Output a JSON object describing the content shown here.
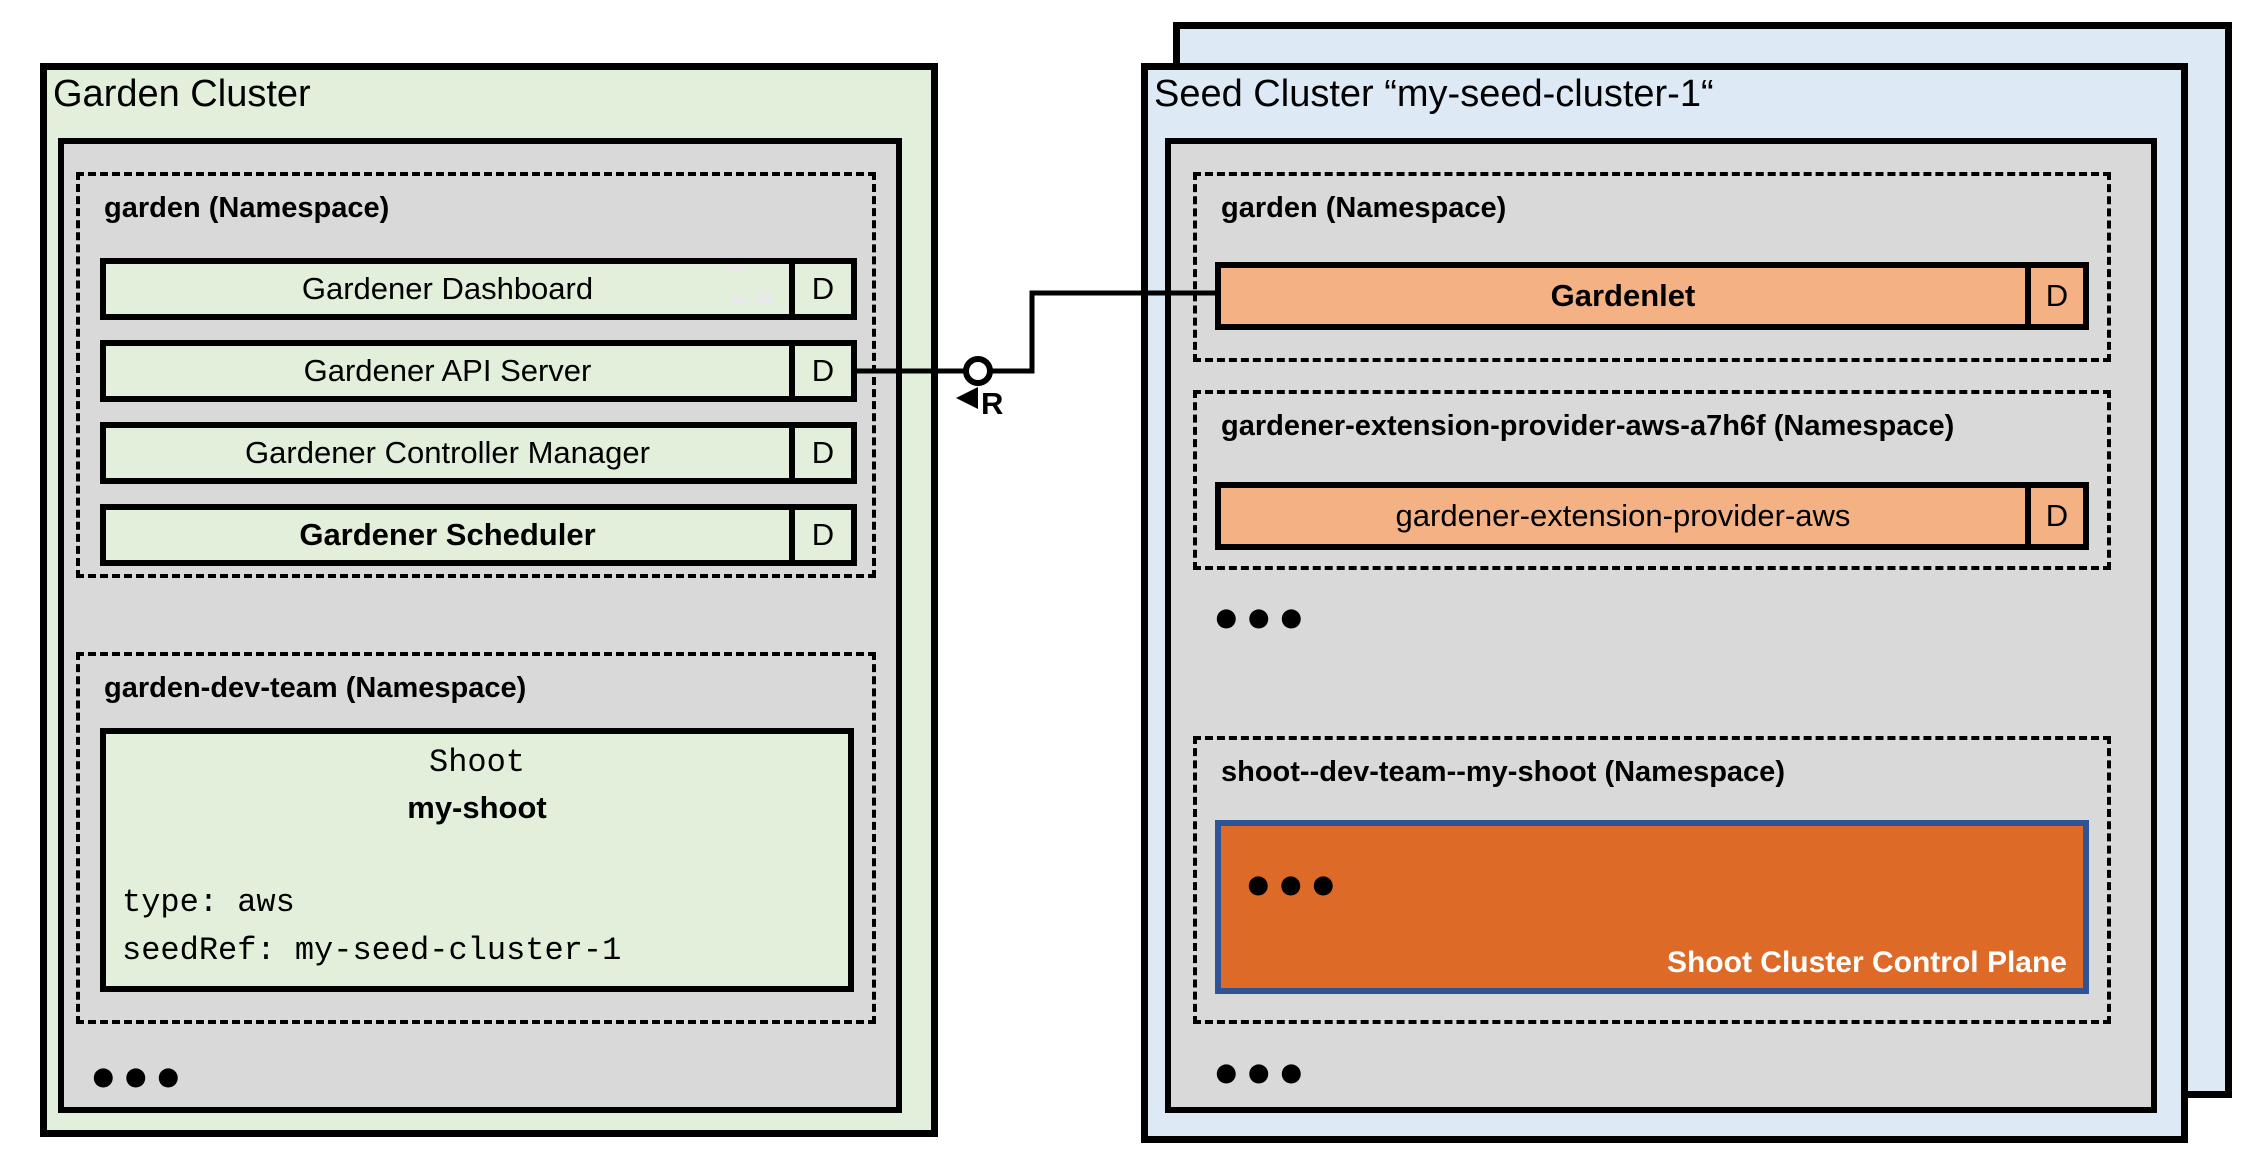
{
  "colors": {
    "garden_cluster_fill": "#e2efda",
    "seed_cluster_fill": "#dde9f5",
    "namespace_panel_fill": "#d9d9d9",
    "component_green_fill": "#e2efda",
    "component_orange_fill": "#f4b183",
    "control_plane_fill": "#dd6b27",
    "control_plane_border": "#2f5496",
    "line_color": "#000000"
  },
  "garden_cluster": {
    "title": "Garden Cluster",
    "garden_namespace": {
      "label": "garden (Namespace)",
      "rows": [
        {
          "label": "Gardener Dashboard",
          "badge": "D"
        },
        {
          "label": "Gardener API Server",
          "badge": "D"
        },
        {
          "label": "Gardener Controller Manager",
          "badge": "D"
        },
        {
          "label": "Gardener Scheduler",
          "badge": "D"
        }
      ]
    },
    "dev_team_namespace": {
      "label": "garden-dev-team (Namespace)",
      "shoot_resource": {
        "kind": "Shoot",
        "name": "my-shoot",
        "spec": [
          "type: aws",
          "seedRef: my-seed-cluster-1"
        ]
      }
    },
    "more_indicator": "•••"
  },
  "seed_cluster": {
    "title": "Seed Cluster “my-seed-cluster-1“",
    "garden_namespace": {
      "label": "garden (Namespace)",
      "gardenlet": {
        "label": "Gardenlet",
        "badge": "D"
      }
    },
    "extension_namespace": {
      "label": "gardener-extension-provider-aws-a7h6f (Namespace)",
      "extension": {
        "label": "gardener-extension-provider-aws",
        "badge": "D"
      }
    },
    "more_indicator_top": "•••",
    "shoot_namespace": {
      "label": "shoot--dev-team--my-shoot (Namespace)",
      "control_plane": {
        "more_indicator": "•••",
        "caption": "Shoot Cluster Control Plane"
      }
    },
    "more_indicator_bottom": "•••"
  },
  "connector": {
    "marker": "R"
  }
}
